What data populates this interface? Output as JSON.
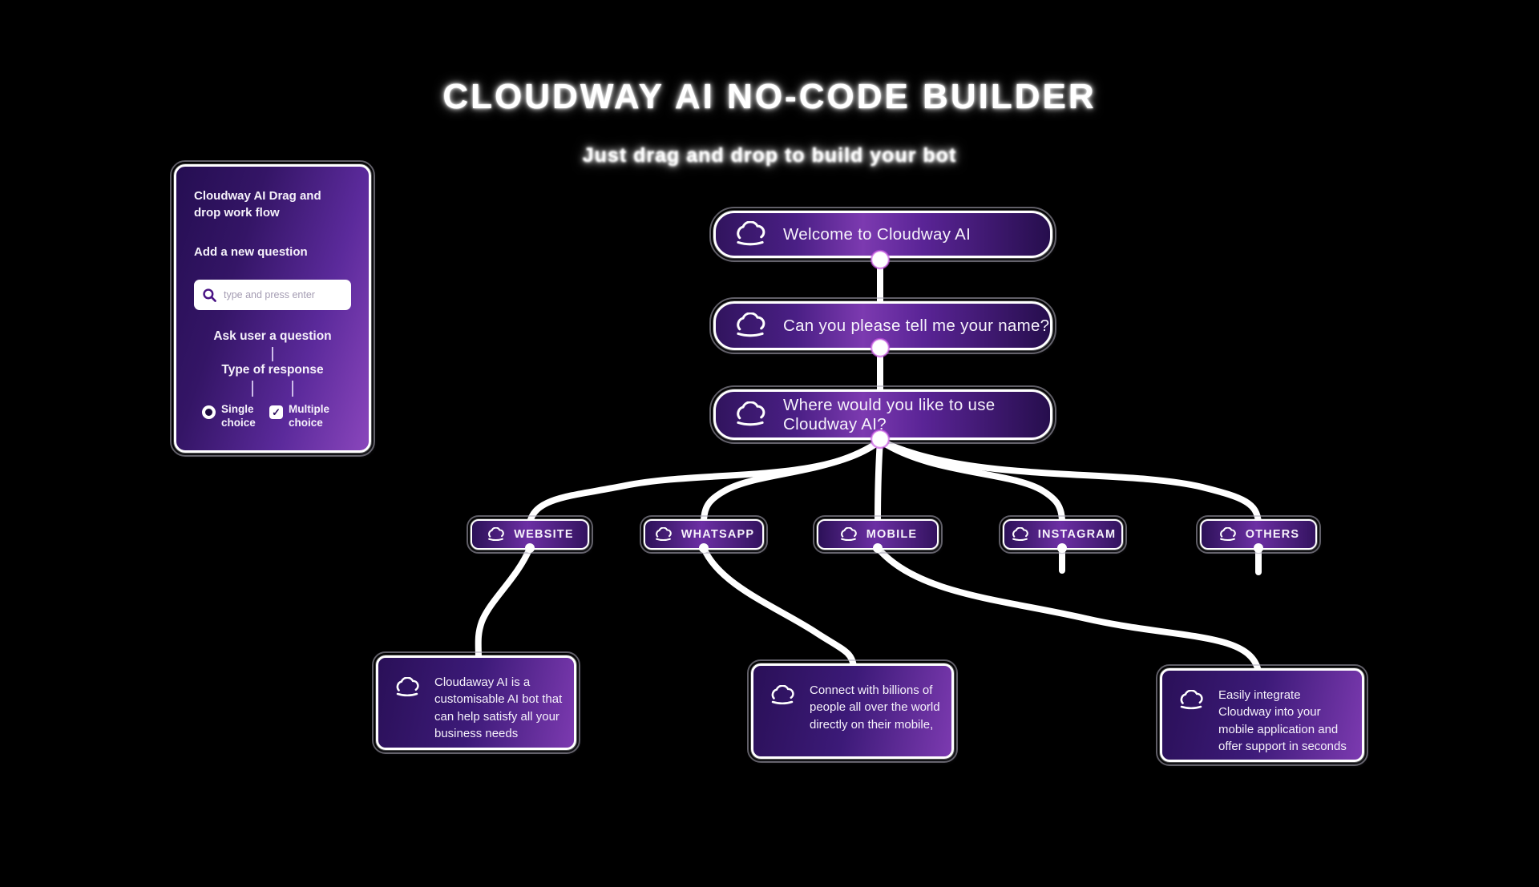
{
  "header": {
    "title": "CLOUDWAY AI NO-CODE BUILDER",
    "subtitle": "Just drag and drop to build your bot"
  },
  "panel": {
    "heading": "Cloudway AI Drag and drop work flow",
    "add_question_label": "Add a new question",
    "search": {
      "placeholder": "type and press enter",
      "icon": "search-icon"
    },
    "ask_label": "Ask user a question",
    "response_label": "Type of response",
    "options": [
      {
        "label": "Single choice",
        "icon": "radio-icon",
        "selected": true
      },
      {
        "label": "Multiple choice",
        "icon": "checkbox-icon",
        "selected": true
      }
    ]
  },
  "flow": {
    "nodes": [
      {
        "id": "welcome",
        "icon": "cloud-icon",
        "label": "Welcome to Cloudway AI"
      },
      {
        "id": "ask-name",
        "icon": "cloud-icon",
        "label": "Can you please tell me your name?"
      },
      {
        "id": "ask-channel",
        "icon": "cloud-icon",
        "label": "Where would you like to use Cloudway AI?"
      }
    ],
    "channels": [
      {
        "icon": "cloud-icon",
        "label": "WEBSITE"
      },
      {
        "icon": "cloud-icon",
        "label": "WHATSAPP"
      },
      {
        "icon": "cloud-icon",
        "label": "MOBILE"
      },
      {
        "icon": "cloud-icon",
        "label": "INSTAGRAM"
      },
      {
        "icon": "cloud-icon",
        "label": "OTHERS"
      }
    ],
    "descriptions": [
      {
        "icon": "cloud-icon",
        "linked_channel": "WEBSITE",
        "text": "Cloudaway AI is a customisable AI bot that can help satisfy all your business needs"
      },
      {
        "icon": "cloud-icon",
        "linked_channel": "WHATSAPP",
        "text": "Connect with billions of people all over the world directly on their mobile,"
      },
      {
        "icon": "cloud-icon",
        "linked_channel": "MOBILE",
        "text": "Easily integrate Cloudway into your mobile application and offer support in seconds"
      }
    ]
  },
  "colors": {
    "background": "#000000",
    "node_gradient_dark": "#31145e",
    "node_gradient_bright": "#7c3ab0",
    "border": "#ffffff",
    "connector": "#ffffff",
    "dot_ring": "#c44ee0",
    "search_icon": "#4a1485",
    "placeholder_text": "#a49cb2"
  }
}
